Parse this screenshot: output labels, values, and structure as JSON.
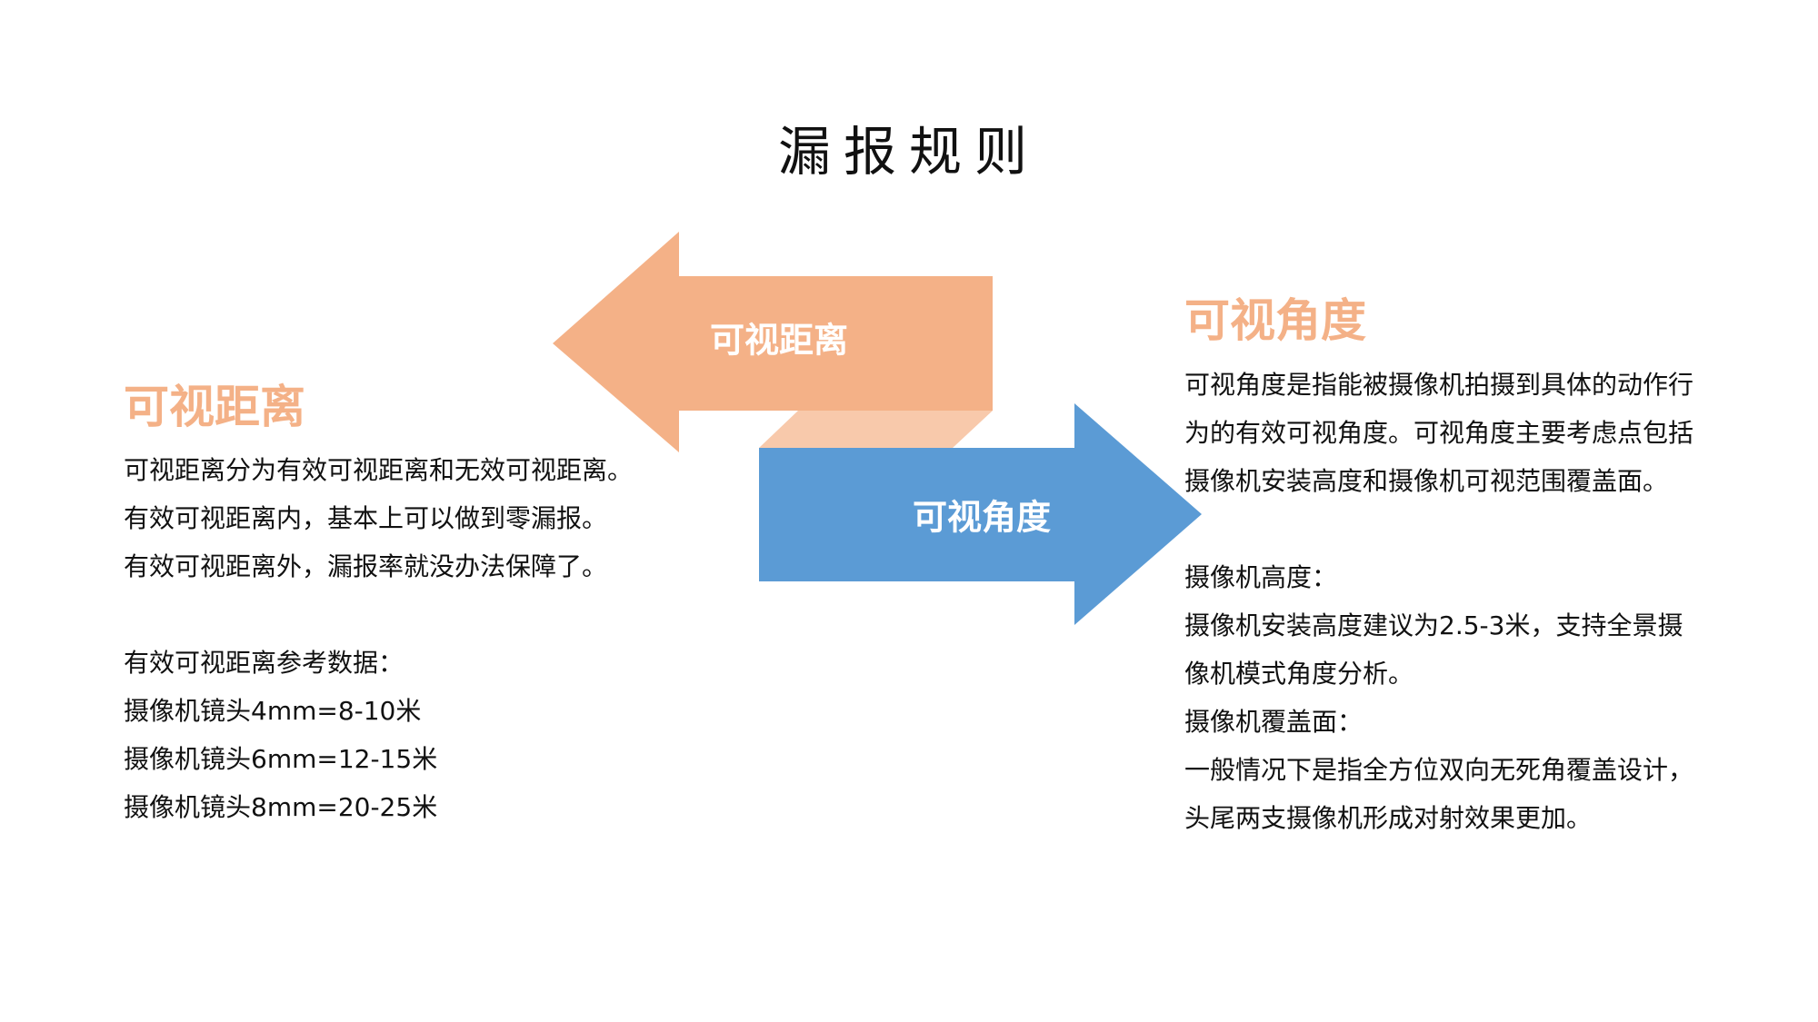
{
  "title": "漏报规则",
  "colors": {
    "orange_arrow": "#f4b187",
    "connector": "#f8c9ab",
    "blue_arrow": "#5b9bd5",
    "heading": "#f4b187"
  },
  "diagram": {
    "left_arrow_label": "可视距离",
    "right_arrow_label": "可视角度"
  },
  "left_section": {
    "heading": "可视距离",
    "lines": [
      "可视距离分为有效可视距离和无效可视距离。",
      "有效可视距离内，基本上可以做到零漏报。",
      "有效可视距离外，漏报率就没办法保障了。",
      "",
      "有效可视距离参考数据：",
      "摄像机镜头4mm=8-10米",
      "摄像机镜头6mm=12-15米",
      "摄像机镜头8mm=20-25米"
    ]
  },
  "right_section": {
    "heading": "可视角度",
    "lines": [
      "可视角度是指能被摄像机拍摄到具体的动作行",
      "为的有效可视角度。可视角度主要考虑点包括",
      "摄像机安装高度和摄像机可视范围覆盖面。",
      "",
      "摄像机高度：",
      "摄像机安装高度建议为2.5-3米，支持全景摄",
      "像机模式角度分析。",
      "摄像机覆盖面：",
      "一般情况下是指全方位双向无死角覆盖设计，",
      "头尾两支摄像机形成对射效果更加。"
    ]
  }
}
